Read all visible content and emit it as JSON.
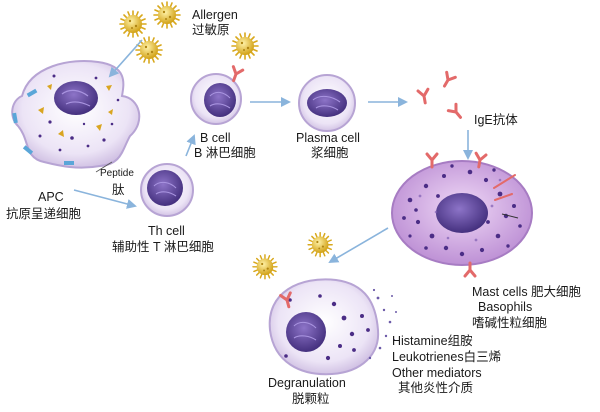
{
  "labels": {
    "allergen_en": "Allergen",
    "allergen_cn": "过敏原",
    "apc_en": "APC",
    "apc_cn": "抗原呈递细胞",
    "peptide_en": "Peptide",
    "peptide_cn": "肽",
    "th_en": "Th cell",
    "th_cn": "辅助性 T 淋巴细胞",
    "bcell_en": "B cell",
    "bcell_cn": "B 淋巴细胞",
    "plasma_en": "Plasma cell",
    "plasma_cn": "浆细胞",
    "ige": "IgE抗体",
    "mast_line": "Mast cells 肥大细胞",
    "basophils": "Basophils",
    "basophils_cn": "嗜碱性粒细胞",
    "histamine": "Histamine组胺",
    "leukotrienes": "Leukotrienes白三烯",
    "other_mediators": "Other mediators",
    "other_cn": "其他炎性介质",
    "degranulation_en": "Degranulation",
    "degranulation_cn": "脱颗粒"
  },
  "colors": {
    "arrow": "#8ab4dc",
    "cell_membrane": "#c9b9dc",
    "cell_fill": "#efe8f6",
    "nucleus": "#4a3486",
    "mast_fill": "#cda8e2",
    "granule": "#4b2d86",
    "allergen": "#e0b526",
    "antibody": "#e36a6a",
    "receptor": "#5aa6d8",
    "peptide": "#d9a520"
  }
}
